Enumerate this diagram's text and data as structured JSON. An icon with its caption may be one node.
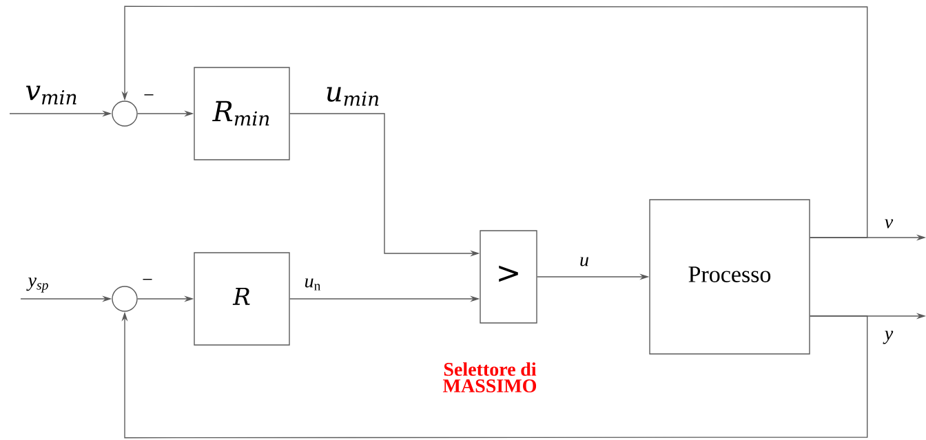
{
  "diagram": {
    "nodes": [
      {
        "text": [],
        "shape": "circle",
        "beside": [
          "−"
        ]
      },
      {
        "text": [
          "R$_{min}$"
        ]
      },
      {
        "text": [],
        "shape": "circle",
        "beside": [
          "−"
        ]
      },
      {
        "text": [
          "R"
        ]
      },
      {
        "text": [
          ">"
        ],
        "beside": [
          "Selettore di MASSIMO"
        ]
      },
      {
        "text": [
          "Processo"
        ]
      }
    ],
    "edges": [
      {
        "from": null,
        "to": 0,
        "arrow": "to",
        "label": "v$_{min}$"
      },
      {
        "from": 0,
        "to": 1,
        "arrow": "to"
      },
      {
        "from": 1,
        "to": 4,
        "arrow": "to",
        "label": "u$_{min}$"
      },
      {
        "from": null,
        "to": 2,
        "arrow": "to",
        "label": "y$_{sp}$"
      },
      {
        "from": 2,
        "to": 3,
        "arrow": "to"
      },
      {
        "from": 3,
        "to": 4,
        "arrow": "to",
        "label": "*u*$_{n}$"
      },
      {
        "from": 4,
        "to": 5,
        "arrow": "to",
        "label": "u"
      },
      {
        "from": 5,
        "to": null,
        "arrow": "to",
        "label": "v"
      },
      {
        "from": 5,
        "to": null,
        "arrow": "to",
        "label": "y"
      },
      {
        "from": 5,
        "to": 0,
        "arrow": "to"
      },
      {
        "from": 5,
        "to": 2,
        "arrow": "to"
      }
    ]
  }
}
